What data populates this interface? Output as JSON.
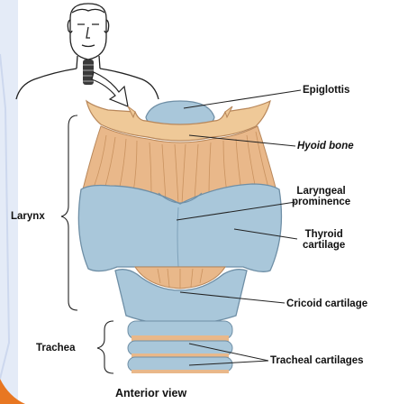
{
  "labels": {
    "epiglottis": "Epiglottis",
    "hyoid_bone": "Hyoid bone",
    "laryngeal_prominence_1": "Laryngeal",
    "laryngeal_prominence_2": "prominence",
    "thyroid_cartilage_1": "Thyroid",
    "thyroid_cartilage_2": "cartilage",
    "cricoid_cartilage": "Cricoid cartilage",
    "tracheal_cartilages": "Tracheal cartilages",
    "larynx": "Larynx",
    "trachea": "Trachea"
  },
  "caption": "Anterior view",
  "colors": {
    "cartilage_blue": "#a9c7da",
    "cartilage_shadow": "#7fa2ba",
    "membrane_tan": "#e9b88a",
    "hyoid_tan": "#efc998",
    "orange_corner": "#e87722",
    "frame_blue": "#dde6f6"
  }
}
